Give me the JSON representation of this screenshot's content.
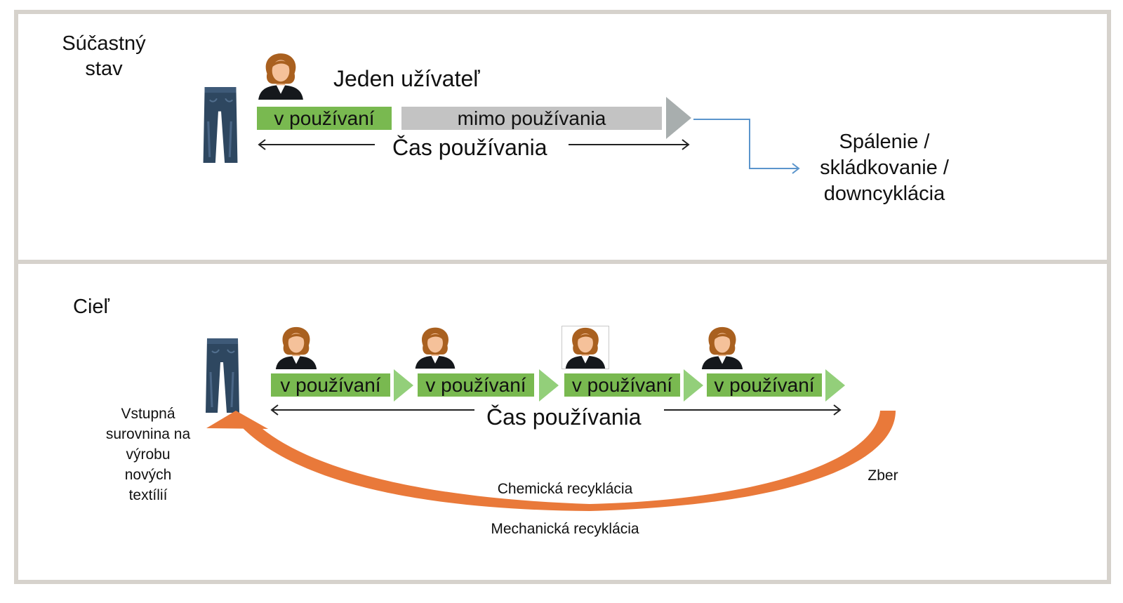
{
  "current_state": {
    "title_line1": "Súčastný",
    "title_line2": "stav",
    "single_user_label": "Jeden užívateľ",
    "in_use_label": "v používaní",
    "not_in_use_label": "mimo používania",
    "usage_time_label": "Čas používania",
    "disposal_line1": "Spálenie /",
    "disposal_line2": "skládkovanie /",
    "disposal_line3": "downcyklácia"
  },
  "goal": {
    "title": "Cieľ",
    "in_use_labels": [
      "v používaní",
      "v používaní",
      "v používaní",
      "v používaní"
    ],
    "usage_time_label": "Čas používania",
    "input_line1": "Vstupná",
    "input_line2": "surovnina na",
    "input_line3": "výrobu",
    "input_line4": "nových",
    "input_line5": "textílií",
    "collection_label": "Zber",
    "chemical_label": "Chemická recyklácia",
    "mechanical_label": "Mechanická recyklácia"
  },
  "colors": {
    "in_use_green": "#79b950",
    "not_in_use_gray": "#c3c3c3",
    "arrow_green": "#93cf7a",
    "arrow_gray": "#a8aeae",
    "disposal_arrow": "#5b95cc",
    "recycle_arrow": "#e9793a",
    "panel_border": "#d6d2cc"
  },
  "icons": [
    "jeans-icon",
    "woman-avatar-icon"
  ]
}
